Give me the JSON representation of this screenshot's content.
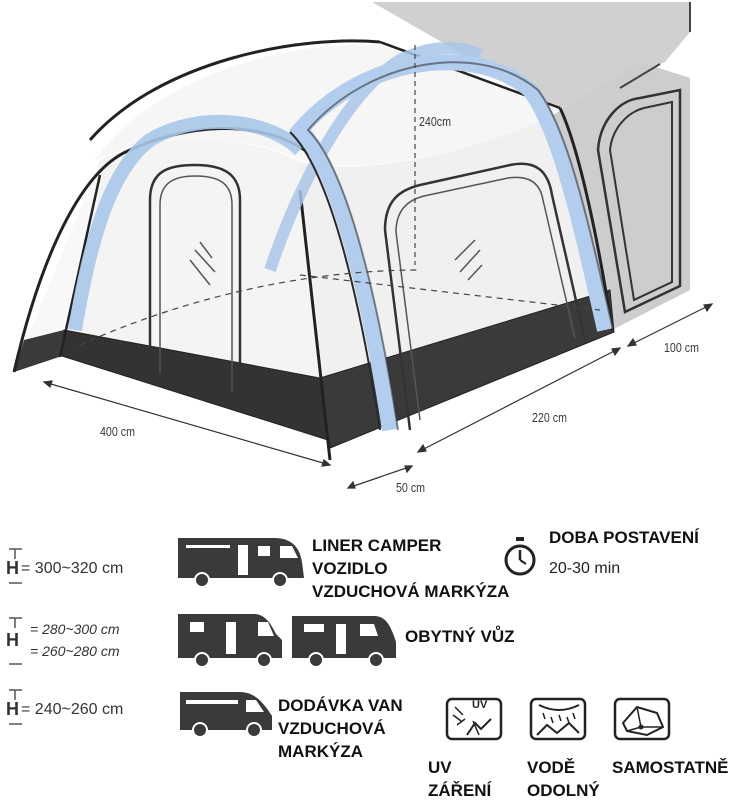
{
  "dimensions": {
    "height": "240cm",
    "width": "400 cm",
    "depth": "220 cm",
    "side": "100 cm",
    "offset": "50 cm"
  },
  "rows": [
    {
      "h_prefix": "H",
      "h_values": [
        "= 300~320 cm"
      ],
      "vehicle_icons": [
        "liner-camper-icon"
      ],
      "labels": [
        "LINER CAMPER",
        "VOZIDLO",
        "VZDUCHOVÁ MARKÝZA"
      ]
    },
    {
      "h_prefix": "H",
      "h_values": [
        "= 280~300 cm",
        "= 260~280 cm"
      ],
      "vehicle_icons": [
        "motorhome-icon",
        "motorhome-small-icon"
      ],
      "labels": [
        "OBYTNÝ VŮZ"
      ]
    },
    {
      "h_prefix": "H",
      "h_values": [
        "= 240~260 cm"
      ],
      "vehicle_icons": [
        "van-icon"
      ],
      "labels": [
        "DODÁVKA VAN",
        "VZDUCHOVÁ",
        "MARKÝZA"
      ]
    }
  ],
  "pitch_time": {
    "icon": "stopwatch-icon",
    "title": "DOBA POSTAVENÍ",
    "value": "20-30 min"
  },
  "features": [
    {
      "icon": "uv-icon",
      "lines": [
        "UV",
        "ZÁŘENÍ"
      ],
      "badge": "UV"
    },
    {
      "icon": "waterproof-icon",
      "lines": [
        "VODĚ",
        "ODOLNÝ"
      ]
    },
    {
      "icon": "freestanding-icon",
      "lines": [
        "SAMOSTATNĚ"
      ]
    }
  ]
}
